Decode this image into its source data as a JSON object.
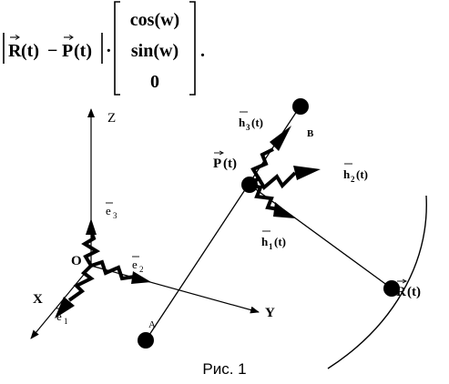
{
  "formula": {
    "vec_r": "R",
    "vec_p": "P",
    "arg": "(t)",
    "minus": "−",
    "dot": "·",
    "row1": "cos(w)",
    "row2": "sin(w)",
    "row3": "0",
    "period": "."
  },
  "axes": {
    "z": "Z",
    "y": "Y",
    "x": "X",
    "origin": "O"
  },
  "basis": {
    "e1": "e",
    "e1_sub": "1",
    "e2": "e",
    "e2_sub": "2",
    "e3": "e",
    "e3_sub": "3"
  },
  "points": {
    "a": "A",
    "b": "B"
  },
  "vectors": {
    "p": "P",
    "p_arg": "(t)",
    "r": "R",
    "r_arg": "(t)",
    "h1": "h",
    "h1_sub": "1",
    "h1_arg": "(t)",
    "h2": "h",
    "h2_sub": "2",
    "h2_arg": "(t)",
    "h3": "h",
    "h3_sub": "3",
    "h3_arg": "(t)"
  },
  "caption": "Рис. 1"
}
